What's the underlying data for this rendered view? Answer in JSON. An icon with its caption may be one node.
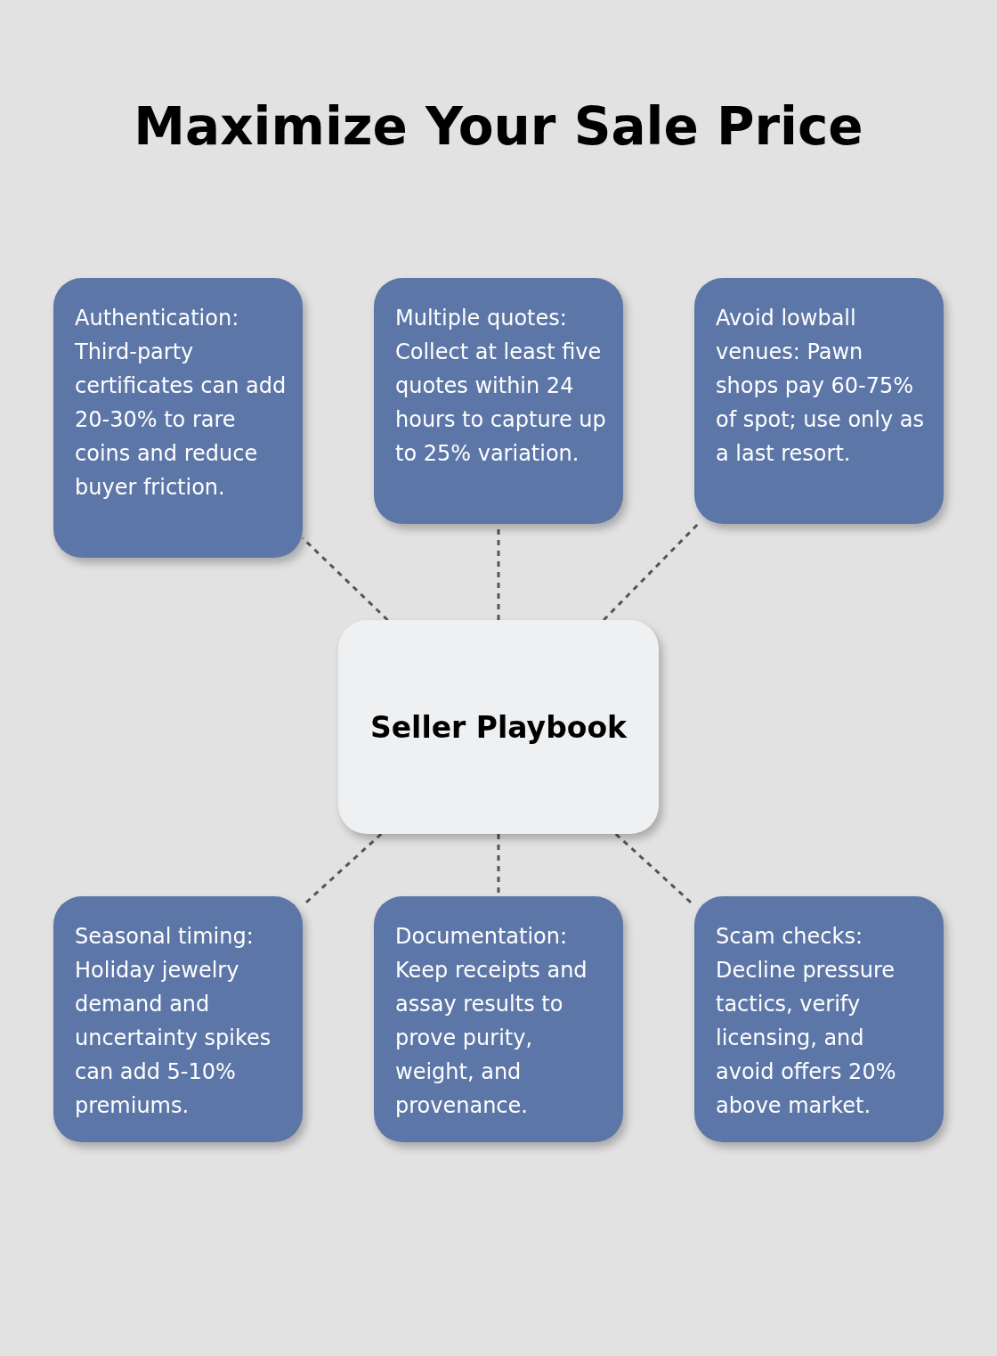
{
  "diagram": {
    "title": "Maximize Your Sale Price",
    "nodes": [
      {
        "text": [
          "Authentication: Third-party certificates can add 20-30% to rare coins and reduce buyer friction."
        ]
      },
      {
        "text": [
          "Multiple quotes: Collect at least five quotes within 24 hours to capture up to 25% variation."
        ]
      },
      {
        "text": [
          "Avoid lowball venues: Pawn shops pay 60-75% of spot; use only as a last resort."
        ]
      },
      {
        "text": [
          "Seller Playbook"
        ]
      },
      {
        "text": [
          "Seasonal timing: Holiday jewelry demand and uncertainty spikes can add 5-10% premiums."
        ]
      },
      {
        "text": [
          "Documentation: Keep receipts and assay results to prove purity, weight, and provenance."
        ]
      },
      {
        "text": [
          "Scam checks: Decline pressure tactics, verify licensing, and avoid offers 20% above market."
        ]
      }
    ],
    "edges": [
      {
        "from": 3,
        "to": 0,
        "arrow": "none",
        "style": "dashed"
      },
      {
        "from": 3,
        "to": 1,
        "arrow": "none",
        "style": "dashed"
      },
      {
        "from": 3,
        "to": 2,
        "arrow": "none",
        "style": "dashed"
      },
      {
        "from": 3,
        "to": 4,
        "arrow": "none",
        "style": "dashed"
      },
      {
        "from": 3,
        "to": 5,
        "arrow": "none",
        "style": "dashed"
      },
      {
        "from": 3,
        "to": 6,
        "arrow": "none",
        "style": "dashed"
      }
    ]
  }
}
